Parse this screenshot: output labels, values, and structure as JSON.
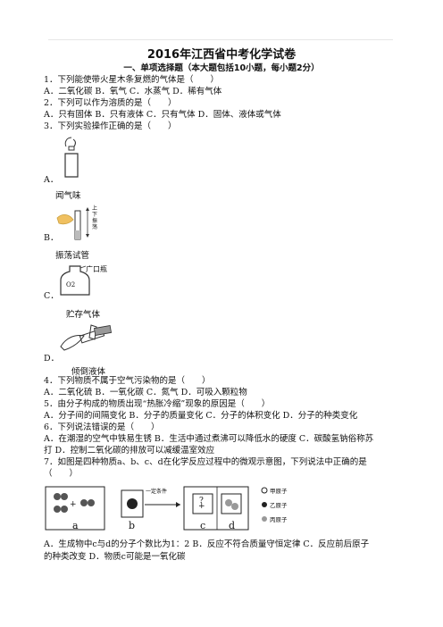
{
  "doc": {
    "title": "2016年江西省中考化学试卷",
    "section": "一、单项选择题（本大题包括10小题，每小题2分）"
  },
  "q1": {
    "stem": "1．下列能使带火星木条复燃的气体是（　　）",
    "options": "A．二氧化碳 B．氧气 C．水蒸气 D．稀有气体"
  },
  "q2": {
    "stem": "2．下列可以作为溶质的是（　　）",
    "options": "A．只有固体 B．只有液体 C．只有气体 D．固体、液体或气体"
  },
  "q3": {
    "stem": "3．下列实验操作正确的是（　　）",
    "a_letter": "A．",
    "a_caption": "闻气味",
    "b_letter": "B．",
    "b_caption": "振荡试管",
    "b_arrow_labels": [
      "上",
      "下",
      "振",
      "荡"
    ],
    "c_letter": "C．",
    "c_caption": "贮存气体",
    "c_label": "广口瓶",
    "c_bottle_text": "O2",
    "d_letter": "D．",
    "d_caption": "倾倒液体"
  },
  "q4": {
    "stem": "4．下列物质不属于空气污染物的是（　　）",
    "options": "A．二氧化硫 B．一氧化碳 C．氮气 D．可吸入颗粒物"
  },
  "q5": {
    "stem": "5．由分子构成的物质出现“热胀冷缩”现象的原因是（　　）",
    "options": "A．分子间的间隔变化 B．分子的质量变化 C．分子的体积变化 D．分子的种类变化"
  },
  "q6": {
    "stem": "6．下列说法错误的是（　　）",
    "options_line1": "A．在潮湿的空气中铁易生锈 B．生活中通过煮沸可以降低水的硬度 C．碳酸氢钠俗称苏",
    "options_line2": "打 D．控制二氧化碳的排放可以减缓温室效应"
  },
  "q7": {
    "stem_line1": "7．如图是四种物质a、b、c、d在化学反应过程中的微观示意图，下列说法中正确的是",
    "stem_line2": "（　　）",
    "diagram": {
      "condition": "一定条件",
      "box_labels": [
        "a",
        "b",
        "c",
        "d"
      ],
      "question_mark": "?",
      "plus": "+",
      "legend": [
        "甲原子",
        "乙原子",
        "丙原子"
      ]
    },
    "options_line1": "A．生成物中c与d的分子个数比为1：2 B．反应不符合质量守恒定律 C．反应前后原子",
    "options_line2": "的种类改变 D．物质c可能是一氧化碳"
  }
}
